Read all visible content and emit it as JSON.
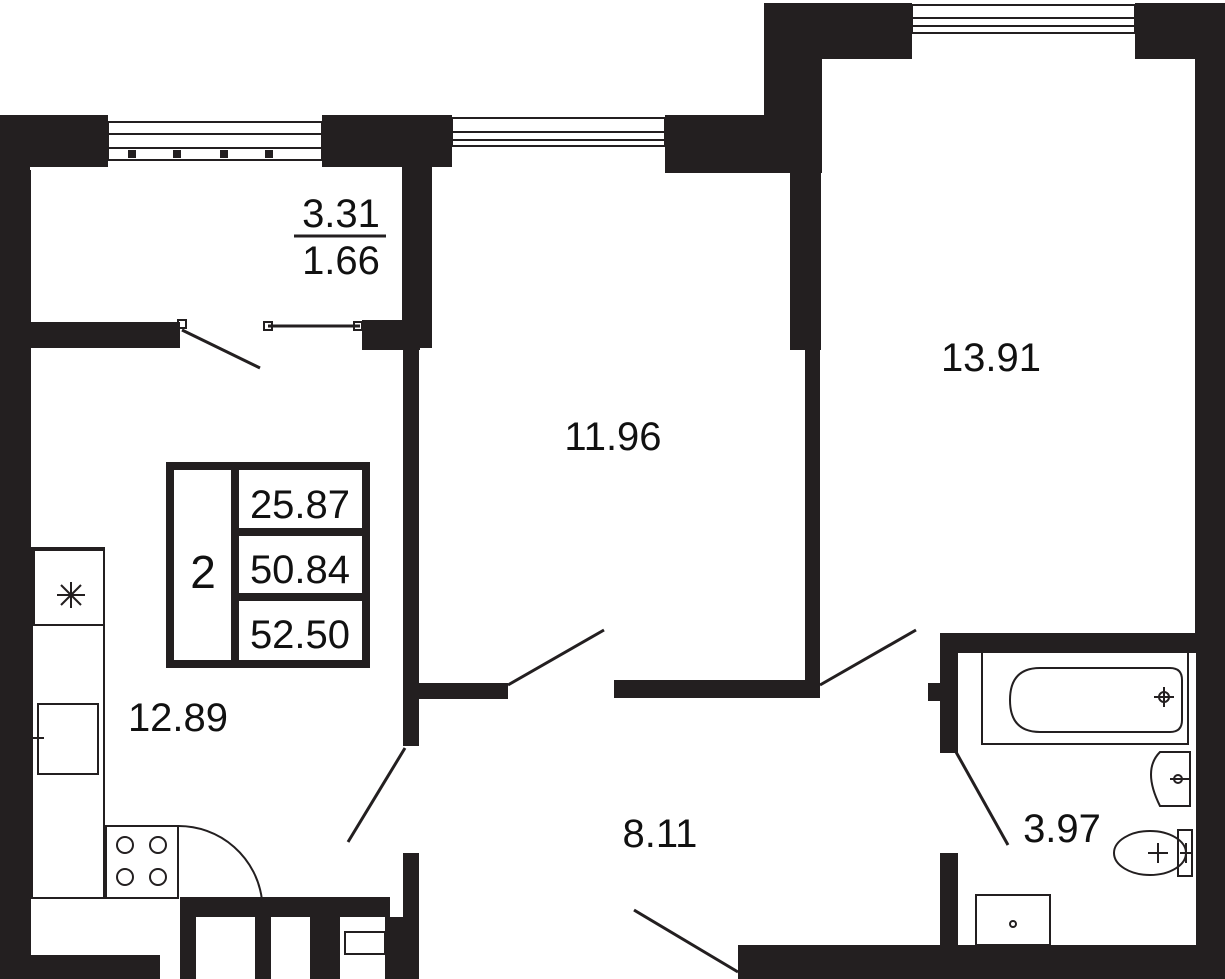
{
  "rooms": {
    "loggia_area": "3.31",
    "loggia_reduced_area": "1.66",
    "bedroom_small_area": "11.96",
    "bedroom_large_area": "13.91",
    "kitchen_area": "12.89",
    "hall_area": "8.11",
    "bathroom_area": "3.97"
  },
  "summary": {
    "room_count": "2",
    "living_area": "25.87",
    "total_area": "50.84",
    "total_area_with_loggia": "52.50"
  },
  "colors": {
    "wall": "#231f20",
    "background": "#ffffff"
  }
}
